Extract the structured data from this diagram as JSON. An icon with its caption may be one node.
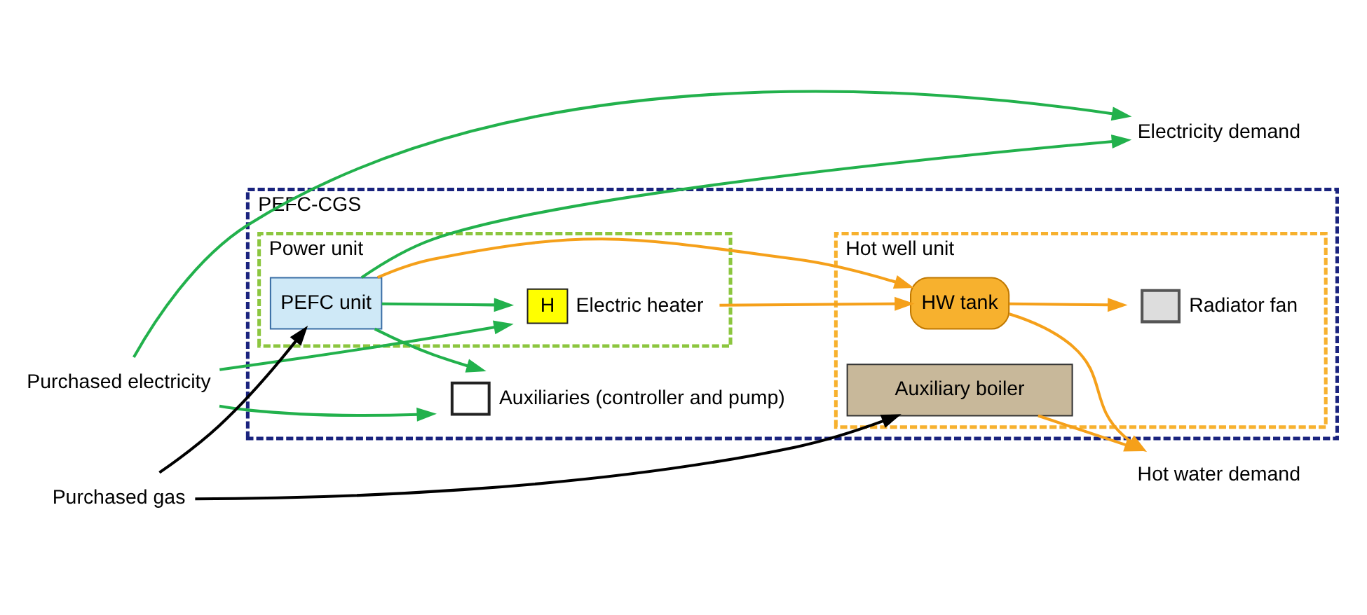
{
  "diagram": {
    "nodes": [
      {
        "text": [
          "Purchased electricity"
        ]
      },
      {
        "text": [
          "Electricity demand"
        ]
      },
      {
        "text": [
          "PEFC-CGS"
        ]
      },
      {
        "text": [],
        "shape": "box",
        "beside": [
          "Auxiliaries (controller and pump)"
        ],
        "in": 2
      },
      {
        "text": [
          "Power unit"
        ],
        "in": 2
      },
      {
        "text": [
          "PEFC unit"
        ],
        "in": 4
      },
      {
        "text": [
          "H"
        ],
        "beside": [
          "Electric heater"
        ],
        "in": 4
      },
      {
        "text": [
          "Hot well unit"
        ],
        "in": 2
      },
      {
        "text": [
          "HW tank"
        ],
        "in": 7
      },
      {
        "text": [],
        "shape": "box",
        "beside": [
          "Radiator fan"
        ],
        "in": 7
      },
      {
        "text": [
          "Auxiliary boiler"
        ],
        "in": 7
      },
      {
        "text": [
          "Purchased gas"
        ]
      },
      {
        "text": [
          "Hot water demand"
        ]
      }
    ],
    "edges": [
      {
        "from": 0,
        "to": 1,
        "arrow": "to"
      },
      {
        "from": 0,
        "to": 3,
        "arrow": "to"
      },
      {
        "from": 0,
        "to": 6,
        "arrow": "to"
      },
      {
        "from": 5,
        "to": 1,
        "arrow": "to"
      },
      {
        "from": 5,
        "to": 3,
        "arrow": "to"
      },
      {
        "from": 5,
        "to": 6,
        "arrow": "to"
      },
      {
        "from": 11,
        "to": 5,
        "arrow": "to",
        "color": "#000000"
      },
      {
        "from": 11,
        "to": 10,
        "arrow": "to",
        "color": "#000000"
      },
      {
        "from": 5,
        "to": 8,
        "arrow": "to",
        "color": "#f5a01a"
      },
      {
        "from": 6,
        "to": 8,
        "arrow": "to",
        "color": "#f5a01a"
      },
      {
        "from": 8,
        "to": 9,
        "arrow": "to",
        "color": "#f5a01a"
      },
      {
        "from": 8,
        "to": 12,
        "arrow": "to",
        "color": "#f5a01a"
      },
      {
        "from": 10,
        "to": 12,
        "arrow": "to",
        "color": "#f5a01a"
      }
    ]
  }
}
